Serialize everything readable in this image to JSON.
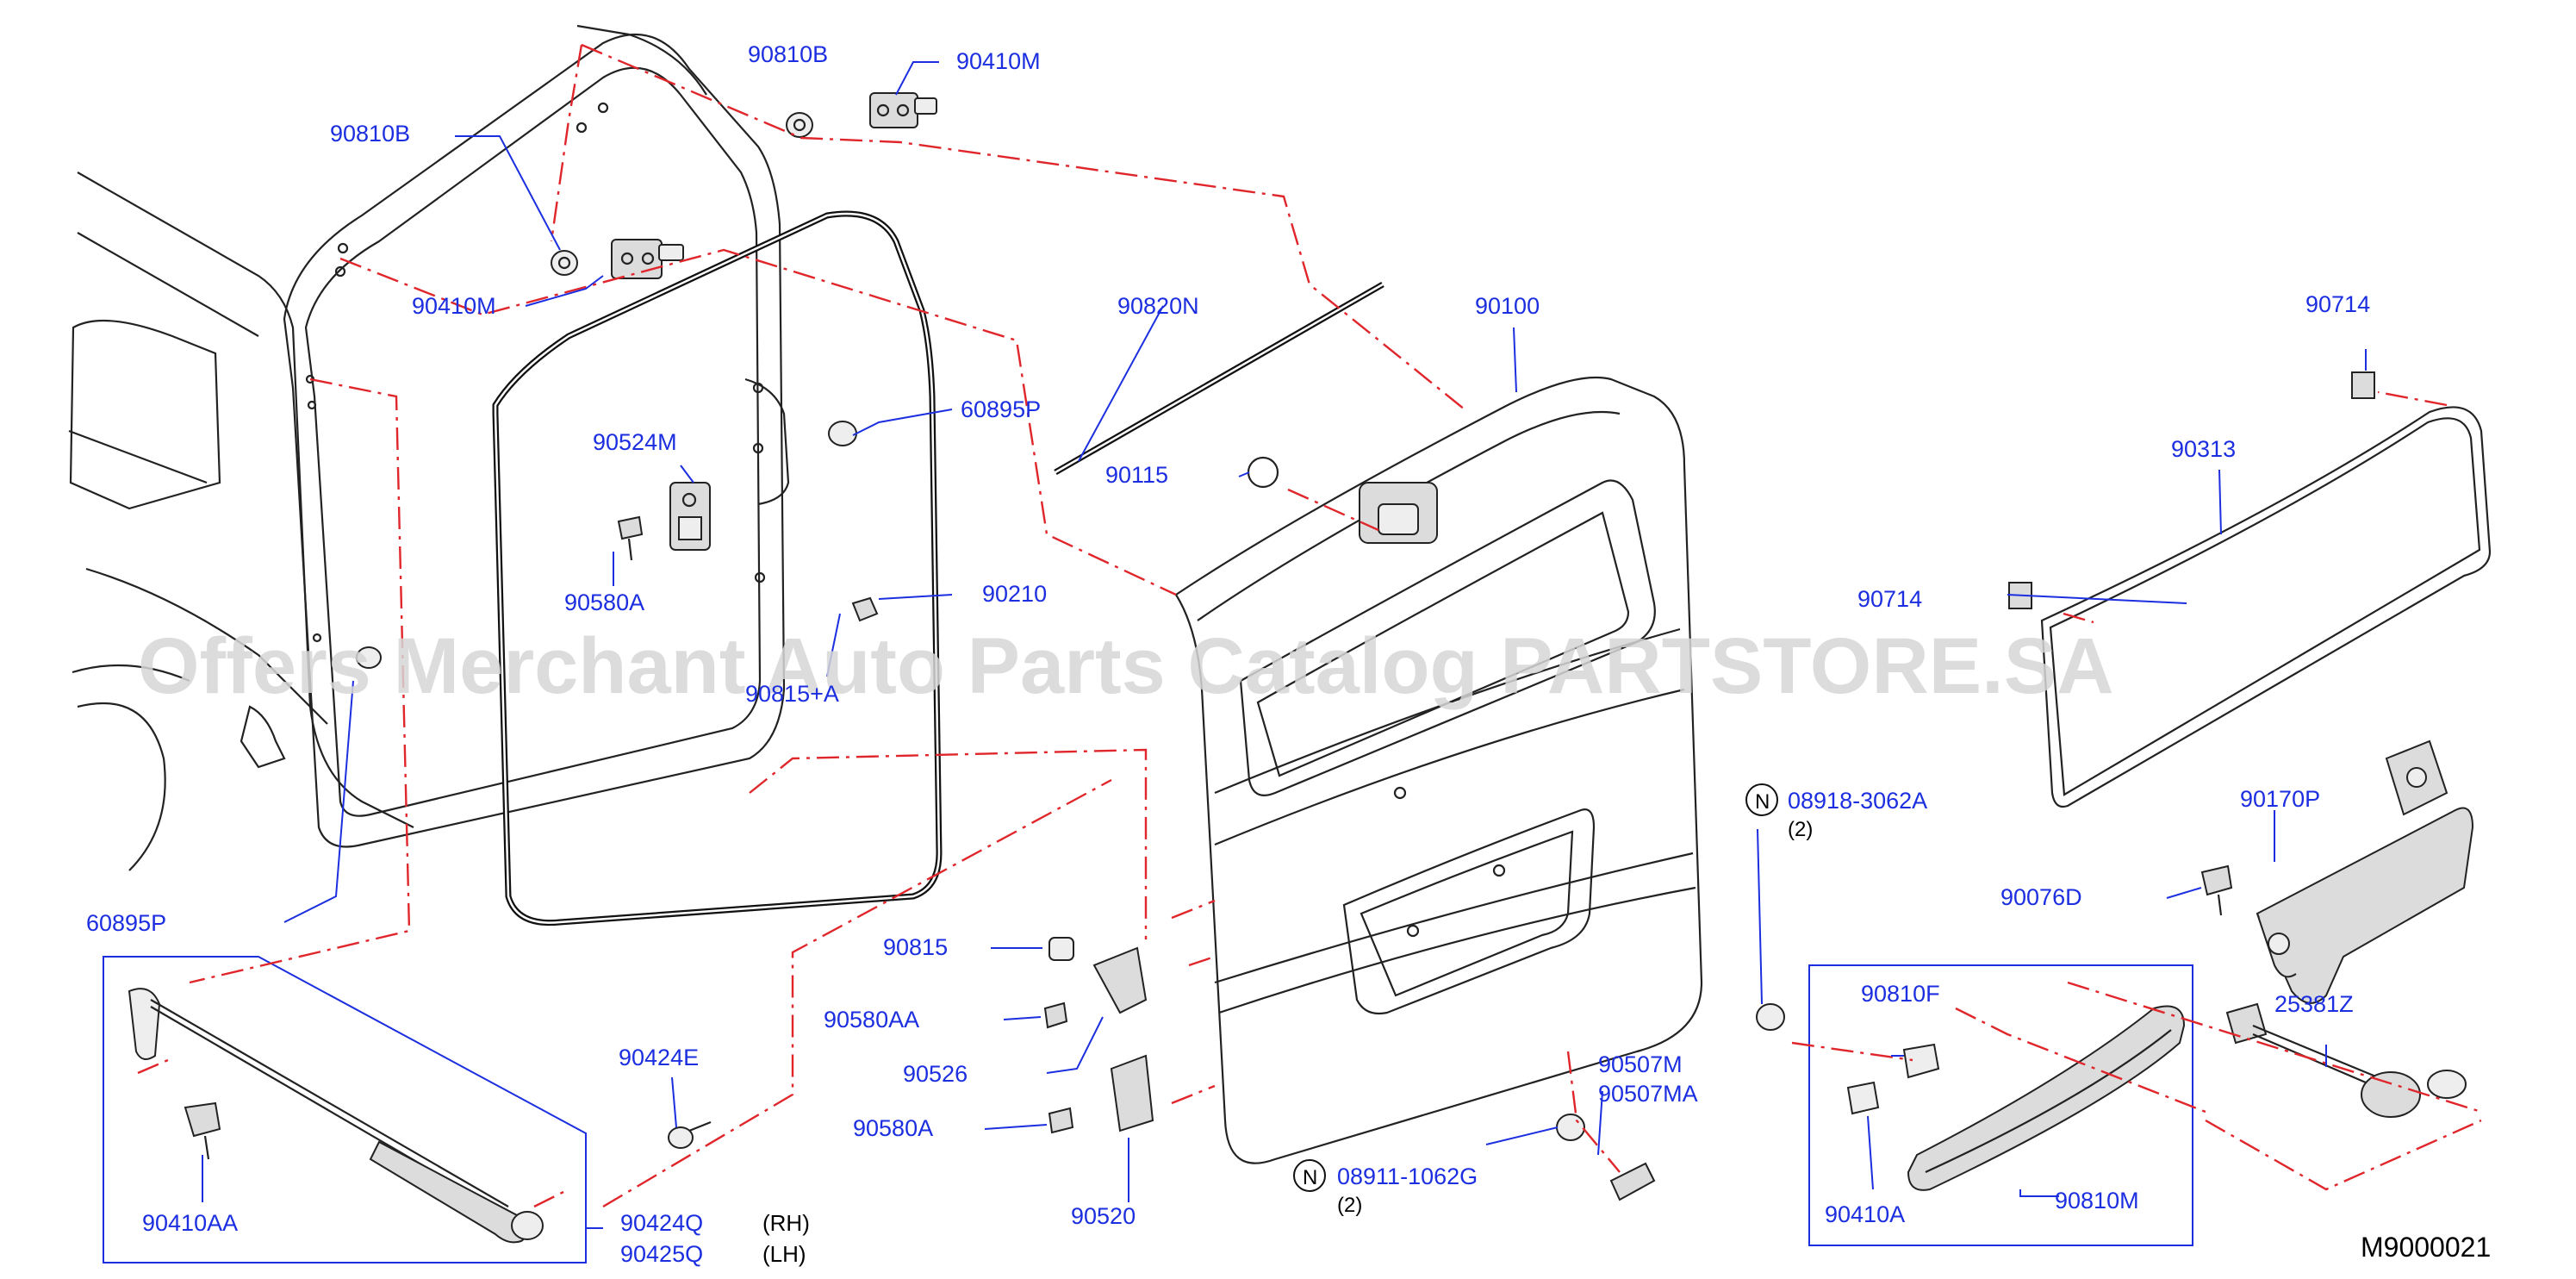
{
  "diagram_code": "M9000021",
  "watermark": "Offers Merchant Auto Parts Catalog PARTSTORE.SA",
  "labels": {
    "p90810B_top": "90810B",
    "p90410M_top": "90410M",
    "p90810B_left": "90810B",
    "p90410M_left": "90410M",
    "p90524M": "90524M",
    "p90580A_upper": "90580A",
    "p60895P_upper": "60895P",
    "p90210": "90210",
    "p90815A": "90815+A",
    "p60895P_lower": "60895P",
    "p90820N": "90820N",
    "p90100": "90100",
    "p90115": "90115",
    "p90714_top": "90714",
    "p90313": "90313",
    "p90714_left": "90714",
    "p08918": "08918-3062A",
    "p08918_qty": "(2)",
    "p90170P": "90170P",
    "p90076D": "90076D",
    "p90815": "90815",
    "p90580AA": "90580AA",
    "p90526": "90526",
    "p90580A_lower": "90580A",
    "p90520": "90520",
    "p90424E": "90424E",
    "p90410AA": "90410AA",
    "p90424Q": "90424Q",
    "p90424Q_side": "(RH)",
    "p90425Q": "90425Q",
    "p90425Q_side": "(LH)",
    "p90507M": "90507M",
    "p90507MA": "90507MA",
    "p08911": "08911-1062G",
    "p08911_qty": "(2)",
    "p90810F": "90810F",
    "p90410A": "90410A",
    "p90810M": "90810M",
    "p25381Z": "25381Z",
    "n_marker": "N"
  },
  "colors": {
    "label_blue": "#1c2fe0",
    "phantom_red": "#e0262b",
    "line_dark": "#222222",
    "watermark_gray": "#d6d6d6"
  }
}
